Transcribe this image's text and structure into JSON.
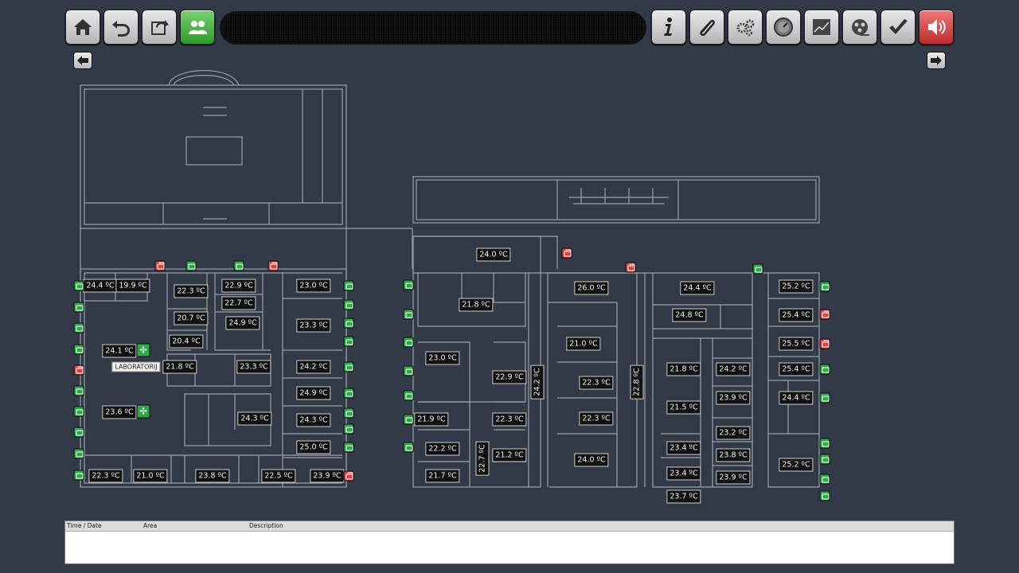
{
  "toolbar": {
    "left": [
      {
        "name": "home-button",
        "icon": "home-icon"
      },
      {
        "name": "back-button",
        "icon": "undo-icon"
      },
      {
        "name": "refresh-button",
        "icon": "refresh-icon"
      },
      {
        "name": "users-button",
        "icon": "users-icon",
        "active": true
      }
    ],
    "right": [
      {
        "name": "info-button",
        "icon": "info-icon"
      },
      {
        "name": "attach-button",
        "icon": "paperclip-icon"
      },
      {
        "name": "settings-button",
        "icon": "gears-icon"
      },
      {
        "name": "gauge-button",
        "icon": "gauge-icon"
      },
      {
        "name": "trend-button",
        "icon": "chart-icon"
      },
      {
        "name": "reel-button",
        "icon": "film-reel-icon"
      },
      {
        "name": "acknowledge-button",
        "icon": "check-icon"
      },
      {
        "name": "sound-button",
        "icon": "speaker-icon",
        "alarm": true
      }
    ]
  },
  "temps": {
    "t1": "24.4 ºC",
    "t2": "19.9 ºC",
    "t3": "22.3 ºC",
    "t4": "22.9 ºC",
    "t5": "22.7 ºC",
    "t6": "23.0 ºC",
    "t7": "20.7 ºC",
    "t8": "24.9 ºC",
    "t9": "23.3 ºC",
    "t10": "20.4 ºC",
    "t11": "24.1 ºC",
    "t12": "21.8 ºC",
    "t13": "23.3 ºC",
    "t14": "24.2 ºC",
    "t15": "24.9 ºC",
    "t16": "23.6 ºC",
    "t17": "24.3 ºC",
    "t18": "24.3 ºC",
    "t19": "25.0 ºC",
    "t20": "22.3 ºC",
    "t21": "21.0 ºC",
    "t22": "23.8 ºC",
    "t23": "22.5 ºC",
    "t24": "23.9 ºC",
    "t25": "24.0 ºC",
    "t26": "21.8 ºC",
    "t27": "23.0 ºC",
    "t28": "22.9 ºC",
    "t29": "24.2 ºC",
    "t30": "21.9 ºC",
    "t31": "22.3 ºC",
    "t32": "22.2 ºC",
    "t33": "22.7 ºC",
    "t34": "21.2 ºC",
    "t35": "21.7 ºC",
    "t36": "26.0 ºC",
    "t37": "21.0 ºC",
    "t38": "22.3 ºC",
    "t39": "22.8 ºC",
    "t40": "22.3 ºC",
    "t41": "24.0 ºC",
    "t42": "24.4 ºC",
    "t43": "24.8 ºC",
    "t44": "21.8 ºC",
    "t45": "24.2 ºC",
    "t46": "23.9 ºC",
    "t47": "21.5 ºC",
    "t48": "23.2 ºC",
    "t49": "23.4 ºC",
    "t50": "23.8 ºC",
    "t51": "23.4 ºC",
    "t52": "23.9 ºC",
    "t53": "23.7 ºC",
    "t54": "25.2 ºC",
    "t55": "25.4 ºC",
    "t56": "25.5 ºC",
    "t57": "25.4 ºC",
    "t58": "24.4 ºC",
    "t59": "25.2 ºC"
  },
  "area_label": "LABORATORIJ",
  "log": {
    "col_time": "Time / Date",
    "col_area": "Area",
    "col_desc": "Description"
  },
  "colors": {
    "ok": "#2fa84a",
    "alarm": "#d34545",
    "background": "#333a47",
    "walls": "#9aa0a8"
  }
}
